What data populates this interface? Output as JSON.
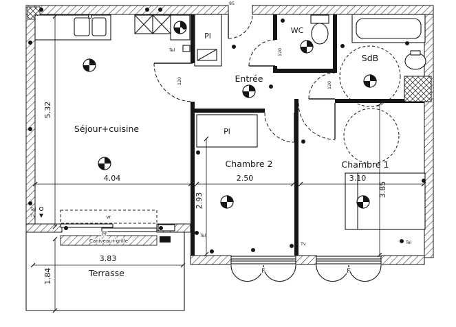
{
  "rooms": {
    "sejour": "Séjour+cuisine",
    "entree": "Entrée",
    "wc": "WC",
    "sdb": "SdB",
    "chambre1": "Chambre 1",
    "chambre2": "Chambre 2",
    "terrasse": "Terrasse",
    "placard": "Pl"
  },
  "dimensions": {
    "sejour_height": "5.32",
    "sejour_width": "4.04",
    "chambre2_width": "2.50",
    "chambre2_height": "2.93",
    "chambre1_width": "3.10",
    "chambre1_height": "3.85",
    "terrasse_width": "3.83",
    "terrasse_height": "1.84",
    "entry_width": "85"
  },
  "labels": {
    "caniveau": "Caniveau+grille",
    "window": "F",
    "roller_shutter": "vr",
    "french_door": "PF",
    "tel": "Tel",
    "tv": "Tv",
    "door_width": "120"
  },
  "colors": {
    "ink": "#151515",
    "paper": "#ffffff"
  }
}
